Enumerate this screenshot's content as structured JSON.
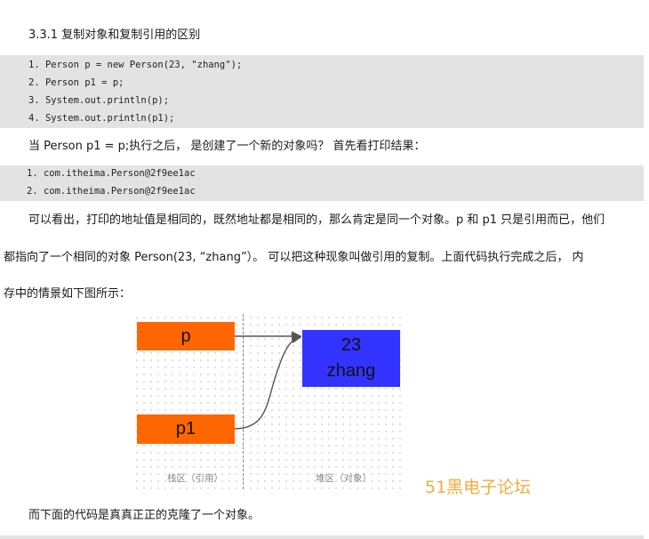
{
  "heading": "3.3.1 复制对象和复制引用的区别",
  "code_block_1": [
    "1. Person p = new Person(23, \"zhang\");",
    "2. Person p1 = p;",
    "3. System.out.println(p);",
    "4. System.out.println(p1);"
  ],
  "para_1": "当 Person p1 = p;执行之后， 是创建了一个新的对象吗？ 首先看打印结果：",
  "code_block_2": [
    "1. com.itheima.Person@2f9ee1ac",
    "2. com.itheima.Person@2f9ee1ac"
  ],
  "para_2_lines": [
    "可以看出，打印的地址值是相同的，既然地址都是相同的，那么肯定是同一个对象。p 和 p1 只是引用而已，他们",
    "都指向了一个相同的对象 Person(23, “zhang”）。 可以把这种现象叫做引用的复制。上面代码执行完成之后， 内",
    "存中的情景如下图所示："
  ],
  "diagram": {
    "stack_items": [
      "p",
      "p1"
    ],
    "heap_values": [
      "23",
      "zhang"
    ],
    "stack_label": "栈区（引用）",
    "heap_label": "堆区（对象）",
    "colors": {
      "reference_box": "#ff6600",
      "object_box": "#3333ff",
      "arrow": "#555555"
    }
  },
  "watermark": "51黑电子论坛",
  "para_3": "而下面的代码是真真正正的克隆了一个对象。"
}
